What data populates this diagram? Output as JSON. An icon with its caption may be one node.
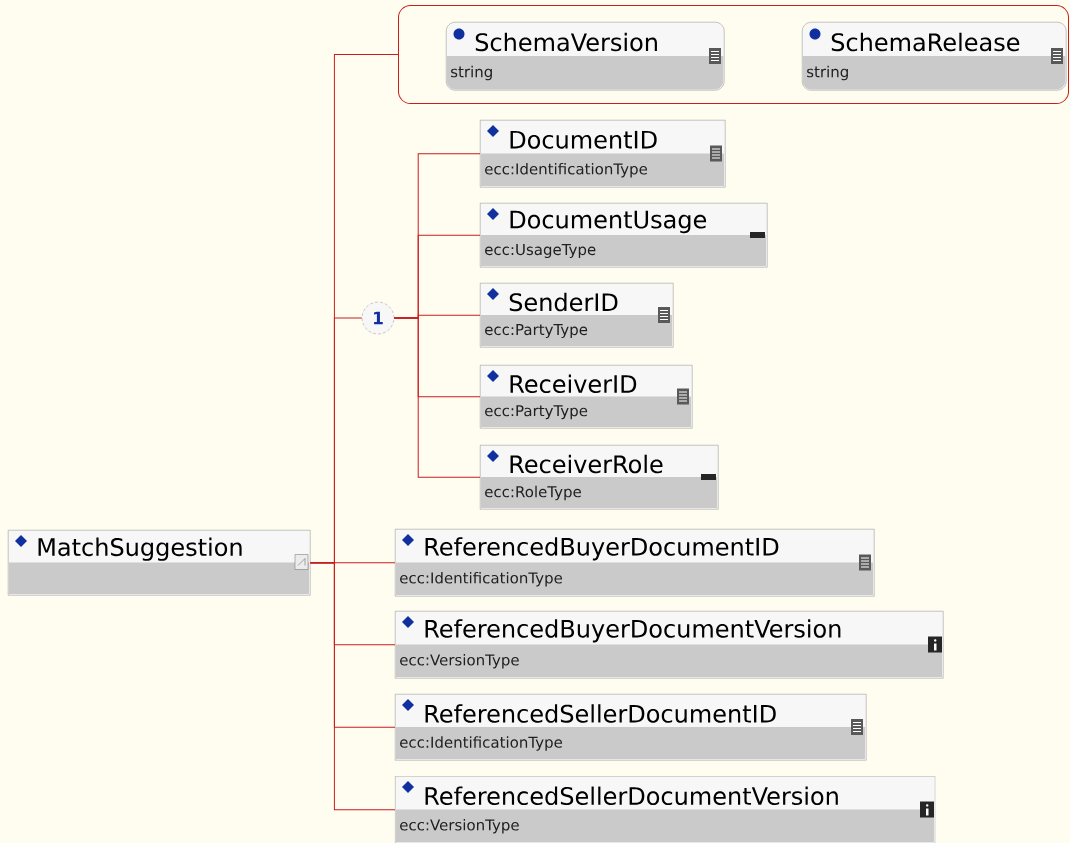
{
  "diagram": {
    "nodes": [
      {
        "text": [
          "MatchSuggestion"
        ]
      },
      {
        "text": [],
        "shape": "box"
      },
      {
        "text": [
          "SchemaVersion",
          "string"
        ],
        "in": 1
      },
      {
        "text": [
          "SchemaRelease",
          "string"
        ],
        "in": 1
      },
      {
        "text": [
          "1"
        ]
      },
      {
        "text": [
          "DocumentID",
          "ecc:IdentificationType"
        ]
      },
      {
        "text": [
          "DocumentUsage",
          "ecc:UsageType"
        ]
      },
      {
        "text": [
          "SenderID",
          "ecc:PartyType"
        ]
      },
      {
        "text": [
          "ReceiverID",
          "ecc:PartyType"
        ]
      },
      {
        "text": [
          "ReceiverRole",
          "ecc:RoleType"
        ]
      },
      {
        "text": [
          "ReferencedBuyerDocumentID",
          "ecc:IdentificationType"
        ]
      },
      {
        "text": [
          "ReferencedBuyerDocumentVersion",
          "ecc:VersionType"
        ]
      },
      {
        "text": [
          "ReferencedSellerDocumentID",
          "ecc:IdentificationType"
        ]
      },
      {
        "text": [
          "ReferencedSellerDocumentVersion",
          "ecc:VersionType"
        ]
      }
    ],
    "edges": [
      {
        "from": 0,
        "to": 1,
        "arrow": "none"
      },
      {
        "from": 0,
        "to": 4,
        "arrow": "none"
      },
      {
        "from": 4,
        "to": 5,
        "arrow": "none"
      },
      {
        "from": 4,
        "to": 6,
        "arrow": "none"
      },
      {
        "from": 4,
        "to": 7,
        "arrow": "none"
      },
      {
        "from": 4,
        "to": 8,
        "arrow": "none"
      },
      {
        "from": 4,
        "to": 9,
        "arrow": "none"
      },
      {
        "from": 0,
        "to": 10,
        "arrow": "none"
      },
      {
        "from": 0,
        "to": 11,
        "arrow": "none"
      },
      {
        "from": 0,
        "to": 12,
        "arrow": "none"
      },
      {
        "from": 0,
        "to": 13,
        "arrow": "none"
      }
    ]
  }
}
